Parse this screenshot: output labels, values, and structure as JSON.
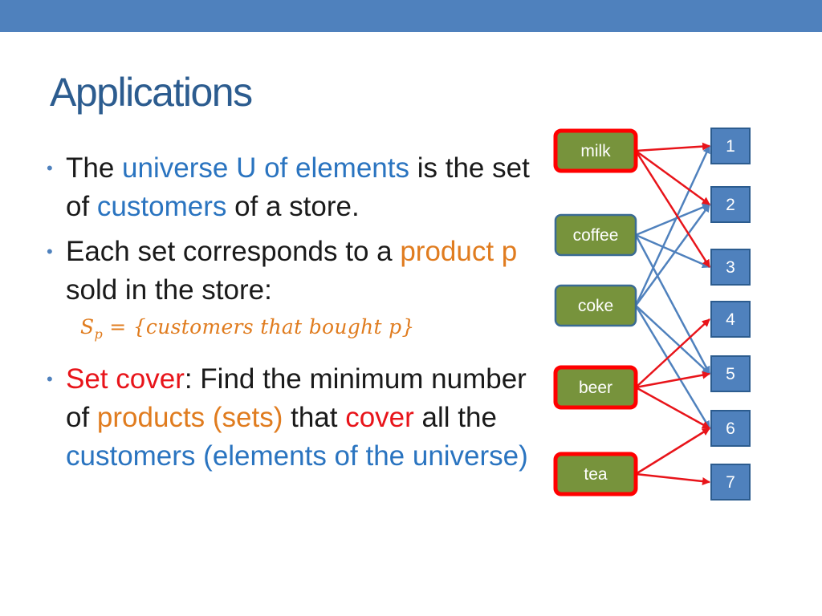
{
  "header": {
    "title": "Applications"
  },
  "bullets": {
    "b1": {
      "p1": "The ",
      "p2": "universe U of elements",
      "p3": " is the set of ",
      "p4": "customers",
      "p5": " of a store."
    },
    "b2": {
      "p1": "Each set corresponds to a ",
      "p2": "product p",
      "p3": " sold in the store:"
    },
    "formula": {
      "s": "S",
      "sub": "p",
      "rest": " = {customers that bought p}"
    },
    "b3": {
      "p1": "Set cover",
      "p2": ": Find the minimum number of ",
      "p3": "products (sets)",
      "p4": " that ",
      "p5": "cover",
      "p6": " all the ",
      "p7": "customers",
      "p8": " (elements of the universe)"
    }
  },
  "diagram": {
    "colors": {
      "product_fill": "#77933c",
      "selected_border": "#ff0000",
      "unselected_border": "#3a6b94",
      "customer_fill": "#4f81bd",
      "customer_border": "#2c5c8f",
      "selected_edge": "#e8141a",
      "unselected_edge": "#4f81bd"
    },
    "products": [
      {
        "label": "milk",
        "selected": true
      },
      {
        "label": "coffee",
        "selected": false
      },
      {
        "label": "coke",
        "selected": false
      },
      {
        "label": "beer",
        "selected": true
      },
      {
        "label": "tea",
        "selected": true
      }
    ],
    "customers": [
      "1",
      "2",
      "3",
      "4",
      "5",
      "6",
      "7"
    ],
    "edges": [
      {
        "from": "milk",
        "to": "1"
      },
      {
        "from": "milk",
        "to": "2"
      },
      {
        "from": "milk",
        "to": "3"
      },
      {
        "from": "coffee",
        "to": "2"
      },
      {
        "from": "coffee",
        "to": "3"
      },
      {
        "from": "coffee",
        "to": "5"
      },
      {
        "from": "coke",
        "to": "1"
      },
      {
        "from": "coke",
        "to": "2"
      },
      {
        "from": "coke",
        "to": "5"
      },
      {
        "from": "coke",
        "to": "6"
      },
      {
        "from": "beer",
        "to": "4"
      },
      {
        "from": "beer",
        "to": "5"
      },
      {
        "from": "beer",
        "to": "6"
      },
      {
        "from": "tea",
        "to": "6"
      },
      {
        "from": "tea",
        "to": "7"
      }
    ]
  }
}
